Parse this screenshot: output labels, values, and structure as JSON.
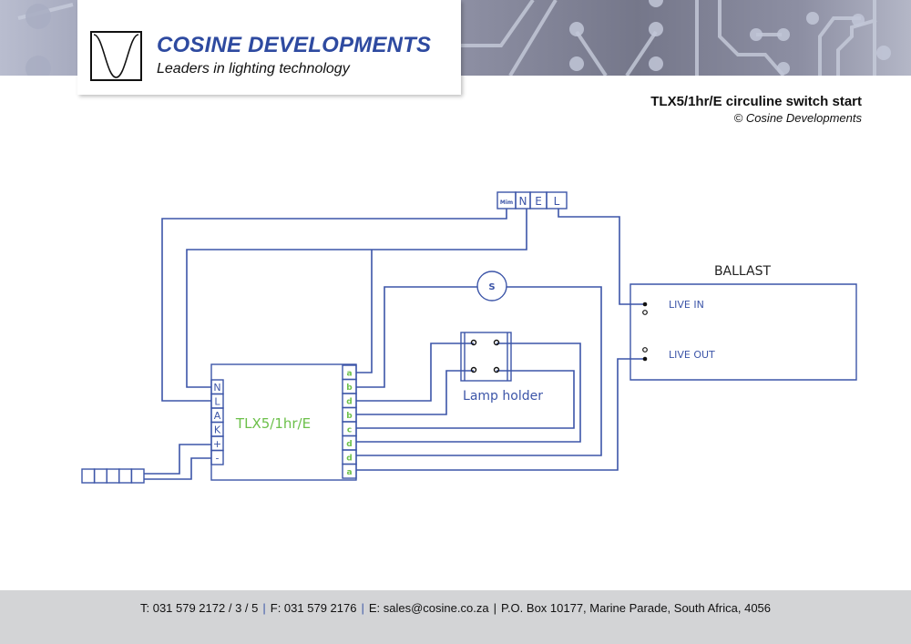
{
  "header": {
    "company_name": "COSINE DEVELOPMENTS",
    "tagline": "Leaders in lighting technology",
    "logo_icon": "cosine-wave-icon"
  },
  "document": {
    "title": "TLX5/1hr/E circuline switch start",
    "copyright": "© Cosine Developments"
  },
  "diagram": {
    "supply_terminal": {
      "labels": [
        "Mim",
        "N",
        "E",
        "L"
      ]
    },
    "controller": {
      "label": "TLX5/1hr/E",
      "left_terminals": [
        "N",
        "L",
        "A",
        "K",
        "+",
        "-"
      ],
      "right_terminals": [
        "a",
        "b",
        "d",
        "b",
        "c",
        "d",
        "d",
        "a"
      ]
    },
    "starter": {
      "label": "S"
    },
    "lamp_holder": {
      "label": "Lamp holder"
    },
    "ballast": {
      "title": "BALLAST",
      "live_in": "LIVE IN",
      "live_out": "LIVE OUT"
    },
    "battery_connector": {
      "cells": 5
    },
    "colors": {
      "wire": "#3c55a8",
      "controller_label": "#6cc04a"
    }
  },
  "footer": {
    "phone": "T: 031 579 2172 / 3 / 5",
    "fax": "F: 031 579 2176",
    "email": "E: sales@cosine.co.za",
    "address": "P.O. Box 10177, Marine Parade, South Africa, 4056",
    "separator": "|"
  }
}
